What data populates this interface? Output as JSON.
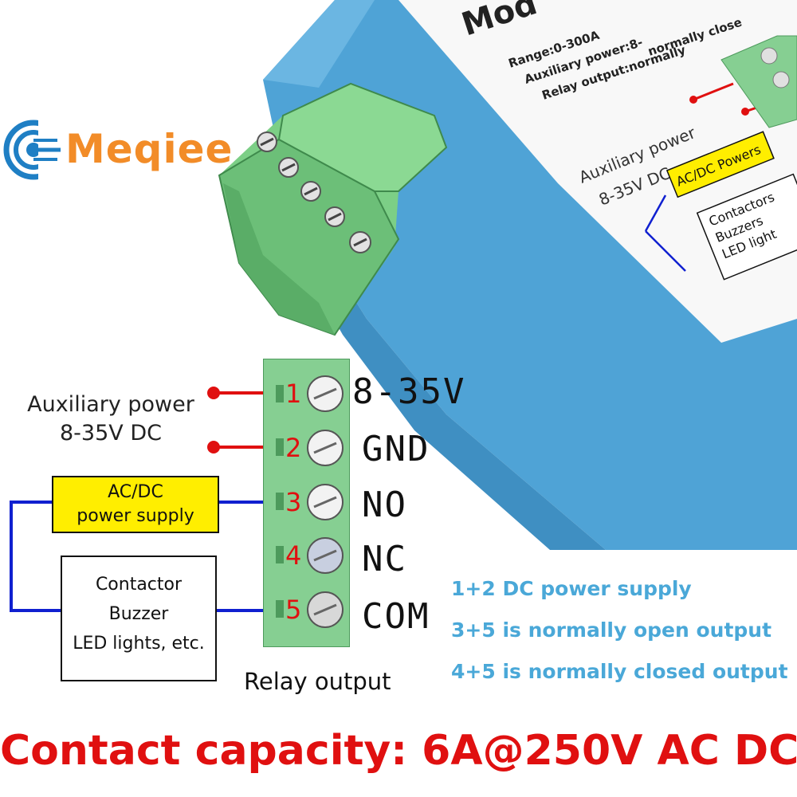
{
  "brand": {
    "name": "Meqiee"
  },
  "module": {
    "title_partial": "Mod",
    "specs": [
      "Range:0-300A",
      "Auxiliary power:8-",
      "Relay output:normally",
      "normally close"
    ],
    "mini_aux_label": [
      "Auxiliary power",
      "8-35V DC"
    ],
    "mini_acdc": "AC/DC Powers",
    "mini_loads": [
      "Contactors",
      "Buzzers",
      "LED light"
    ]
  },
  "diagram": {
    "aux_power": [
      "Auxiliary power",
      "8-35V DC"
    ],
    "acdc_box": [
      "AC/DC",
      "power supply"
    ],
    "load_box": [
      "Contactor",
      "Buzzer",
      "LED lights, etc."
    ],
    "terminals": [
      {
        "num": "1",
        "label": "8-35V"
      },
      {
        "num": "2",
        "label": "GND"
      },
      {
        "num": "3",
        "label": "NO"
      },
      {
        "num": "4",
        "label": "NC"
      },
      {
        "num": "5",
        "label": "COM"
      }
    ],
    "relay_output": "Relay output"
  },
  "notes": [
    "1+2 DC power supply",
    "3+5 is normally open output",
    "4+5 is normally closed output"
  ],
  "footer": "Contact capacity: 6A@250V AC DC",
  "colors": {
    "housing": "#4fa3d6",
    "terminal_green": "#86cf92",
    "red": "#e01010",
    "wire_blue": "#1020d0",
    "highlight_yellow": "#ffee00",
    "note_blue": "#4aa8d8",
    "logo_orange": "#f28c28",
    "logo_blue": "#1f7fc4"
  }
}
